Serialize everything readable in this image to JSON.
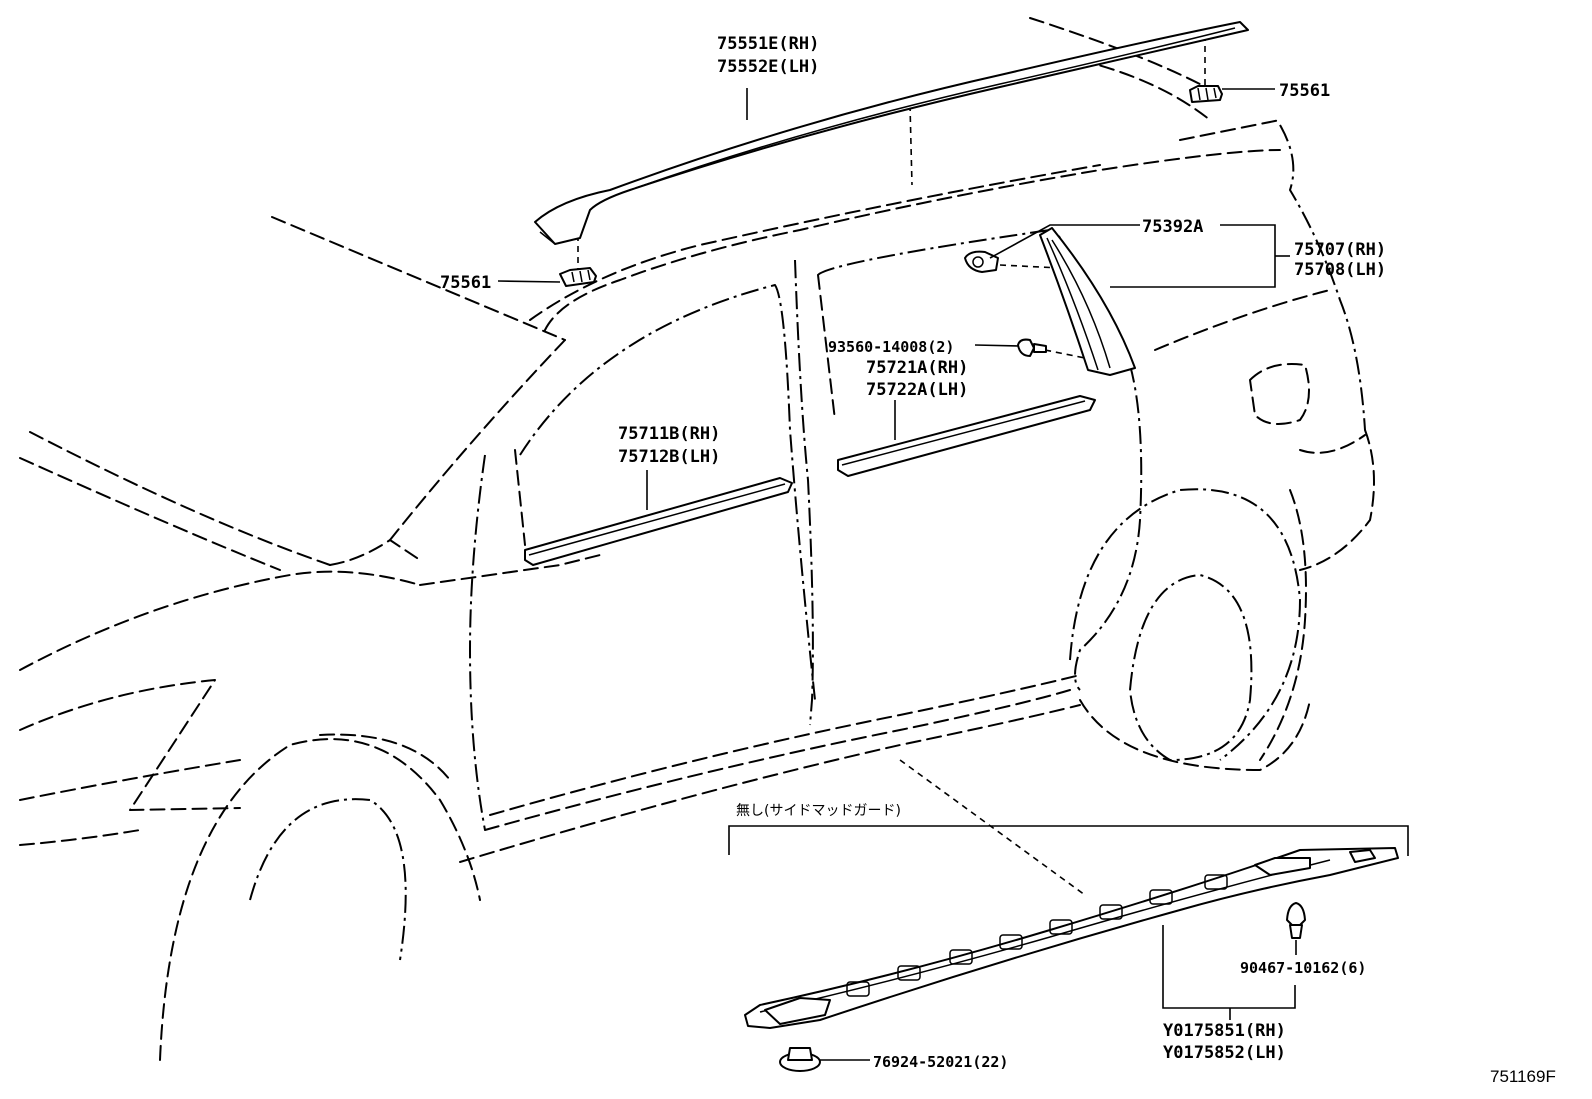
{
  "diagram": {
    "labels": {
      "roof_rail_rh": "75551E(RH)",
      "roof_rail_lh": "75552E(LH)",
      "clip_rear": "75561",
      "clip_front": "75561",
      "clip_pillar": "75392A",
      "pillar_moulding_rh": "75707(RH)",
      "pillar_moulding_lh": "75708(LH)",
      "screw": "93560-14008(2)",
      "rear_belt_rh": "75721A(RH)",
      "rear_belt_lh": "75722A(LH)",
      "front_belt_rh": "75711B(RH)",
      "front_belt_lh": "75712B(LH)",
      "note": "無し(サイドマッドガード)",
      "rocker_clip": "90467-10162(6)",
      "rocker_rh": "Y0175851(RH)",
      "rocker_lh": "Y0175852(LH)",
      "nut": "76924-52021(22)",
      "diagram_code": "751169F"
    }
  }
}
